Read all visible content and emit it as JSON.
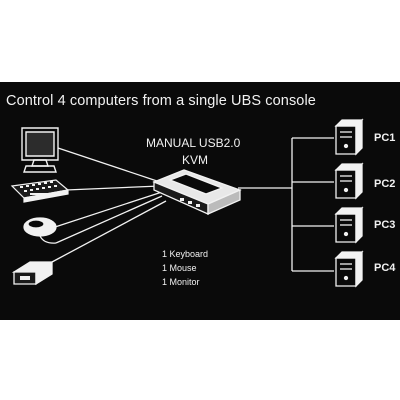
{
  "headline": "Control 4 computers from a single UBS console",
  "kvm": {
    "title_line1": "MANUAL USB2.0",
    "title_line2": "KVM"
  },
  "peripherals": [
    "1 Keyboard",
    "1 Mouse",
    "1 Monitor"
  ],
  "pcs": [
    "PC1",
    "PC2",
    "PC3",
    "PC4"
  ],
  "colors": {
    "panel": "#0a0a0a",
    "lines": "#f2f2f2",
    "text": "#f2f2f2"
  }
}
